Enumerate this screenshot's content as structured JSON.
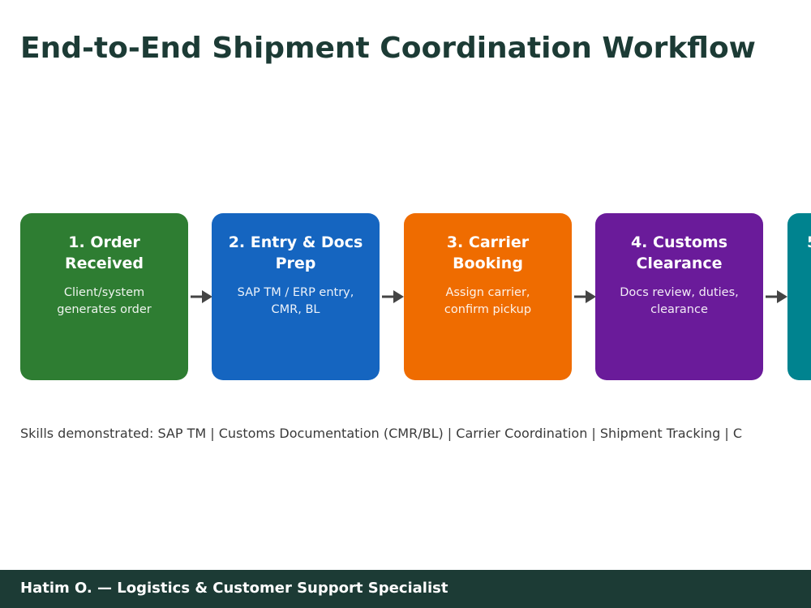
{
  "title": "End-to-End Shipment Coordination Workflow",
  "steps": [
    {
      "label": "1. Order Received",
      "description": "Client/system generates order",
      "color": "#2e7d32"
    },
    {
      "label": "2. Entry & Docs Prep",
      "description": "SAP TM / ERP entry, CMR, BL",
      "color": "#1565c0"
    },
    {
      "label": "3. Carrier Booking",
      "description": "Assign carrier, confirm pickup",
      "color": "#ef6c00"
    },
    {
      "label": "4. Customs Clearance",
      "description": "Docs review, duties, clearance",
      "color": "#6a1b9a"
    },
    {
      "label": "5",
      "description": "",
      "color": "#00838f"
    }
  ],
  "skills_text": "Skills demonstrated: SAP TM  |  Customs Documentation (CMR/BL)  |  Carrier Coordination  |  Shipment Tracking  |  C",
  "footer": {
    "text": "Hatim O. — Logistics & Customer Support Specialist",
    "color": "#1c3b35"
  },
  "arrow_color": "#444444",
  "icons": [
    "arrow-right-icon"
  ]
}
